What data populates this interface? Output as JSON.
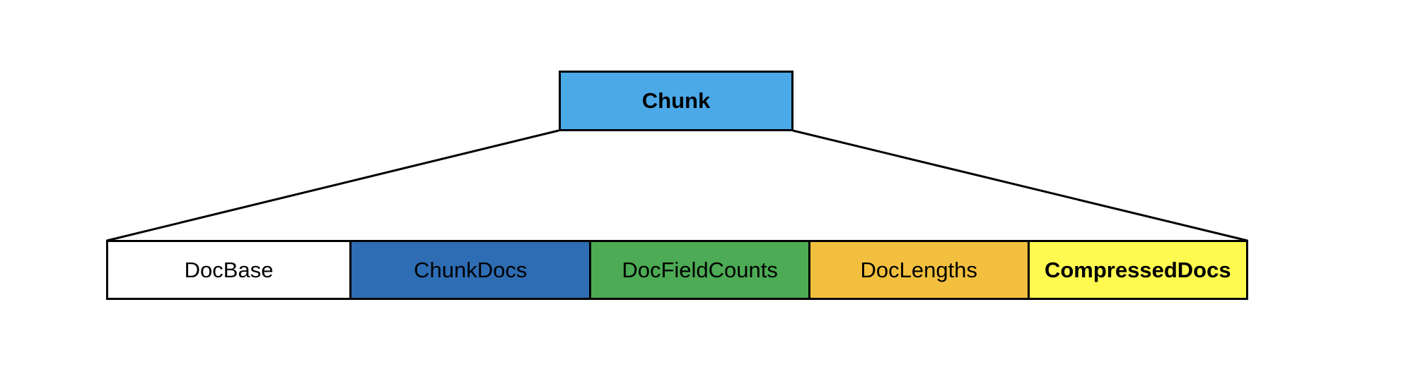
{
  "diagram": {
    "type": "block-layout-diagram",
    "title": "Chunk",
    "background_color": "#FFFFFF",
    "outline_color": "#000000",
    "parent": {
      "label": "Chunk",
      "fill_color": "#4BA9E8",
      "text_color": "#000000",
      "bold": true
    },
    "connectors": [
      {
        "name": "left-connector",
        "from": "chunk-bottom-left",
        "to": "bar-top-left",
        "color": "#000000"
      },
      {
        "name": "right-connector",
        "from": "chunk-bottom-right",
        "to": "bar-top-right",
        "color": "#000000"
      }
    ],
    "segments": [
      {
        "label": "DocBase",
        "fill_color": "#FFFFFF",
        "text_color": "#000000",
        "bold": false,
        "width_ratio": 0.2136
      },
      {
        "label": "ChunkDocs",
        "fill_color": "#2E6DB4",
        "text_color": "#000000",
        "bold": false,
        "width_ratio": 0.2105
      },
      {
        "label": "DocFieldCounts",
        "fill_color": "#4CAB54",
        "text_color": "#000000",
        "bold": false,
        "width_ratio": 0.192
      },
      {
        "label": "DocLengths",
        "fill_color": "#F2C03E",
        "text_color": "#000000",
        "bold": false,
        "width_ratio": 0.192
      },
      {
        "label": "CompressedDocs",
        "fill_color": "#FFFA50",
        "text_color": "#000000",
        "bold": true,
        "width_ratio": 0.1919
      }
    ]
  }
}
